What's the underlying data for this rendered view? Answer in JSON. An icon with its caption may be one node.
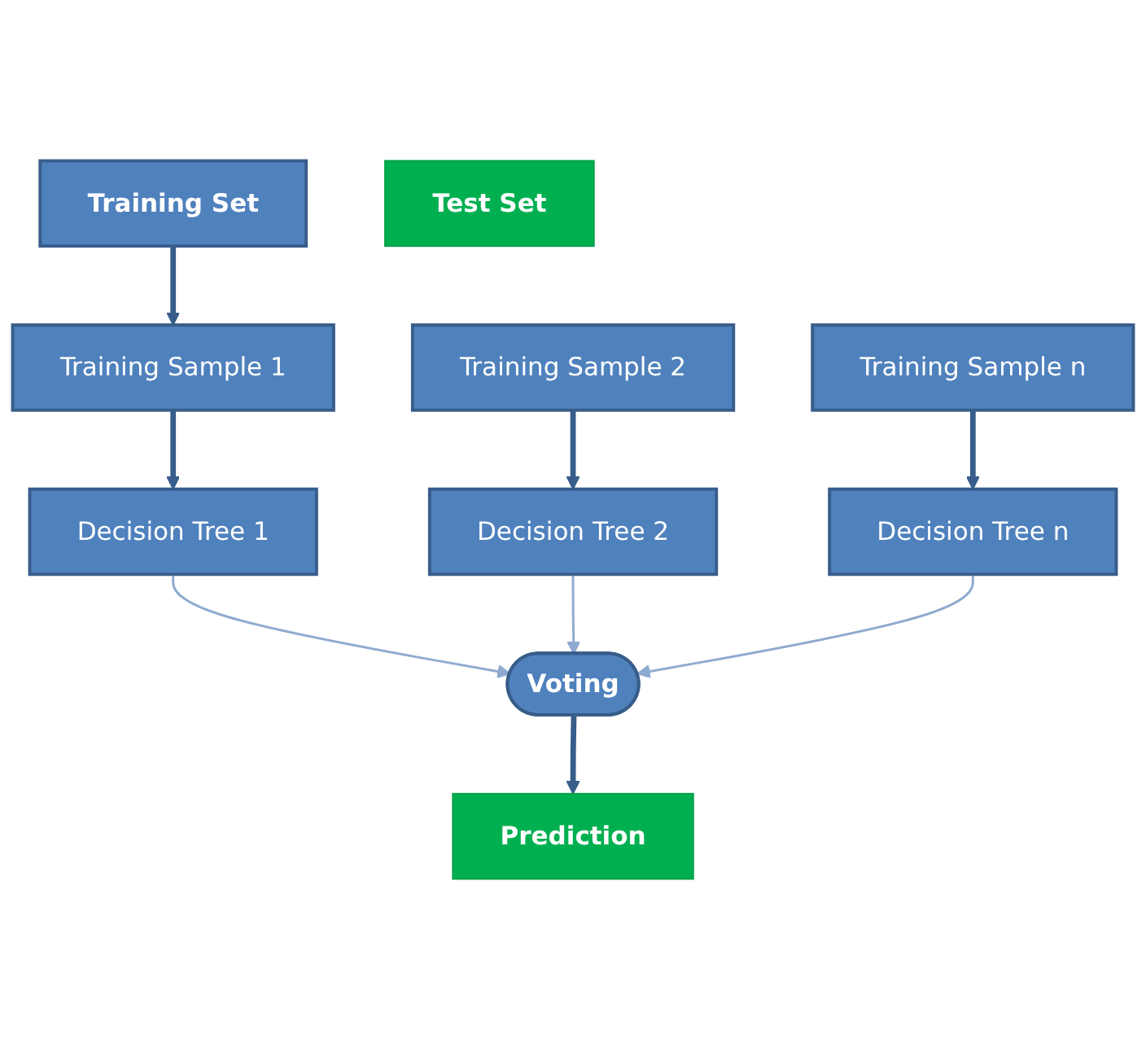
{
  "diagram": {
    "nodes": [
      {
        "text": [
          "Training Set"
        ]
      },
      {
        "text": [
          "Training Sample 1"
        ]
      },
      {
        "text": [
          "Training Sample 2"
        ]
      },
      {
        "text": [
          "Training Sample n"
        ]
      },
      {
        "text": [
          "Decision Tree 1"
        ]
      },
      {
        "text": [
          "Decision Tree 2"
        ]
      },
      {
        "text": [
          "Decision Tree n"
        ]
      },
      {
        "text": [
          "Test Set"
        ]
      },
      {
        "text": [
          "Voting"
        ]
      },
      {
        "text": [
          "Prediction"
        ]
      }
    ],
    "edges": [
      {
        "from": 0,
        "to": 1,
        "arrow": "to"
      },
      {
        "from": 1,
        "to": 4,
        "arrow": "to"
      },
      {
        "from": 2,
        "to": 5,
        "arrow": "to"
      },
      {
        "from": 3,
        "to": 6,
        "arrow": "to"
      },
      {
        "from": 4,
        "to": 8,
        "arrow": "to",
        "color": "#8eaad0"
      },
      {
        "from": 5,
        "to": 8,
        "arrow": "to",
        "color": "#8eaad0"
      },
      {
        "from": 6,
        "to": 8,
        "arrow": "to",
        "color": "#8eaad0"
      },
      {
        "from": 8,
        "to": 9,
        "arrow": "to"
      }
    ]
  }
}
